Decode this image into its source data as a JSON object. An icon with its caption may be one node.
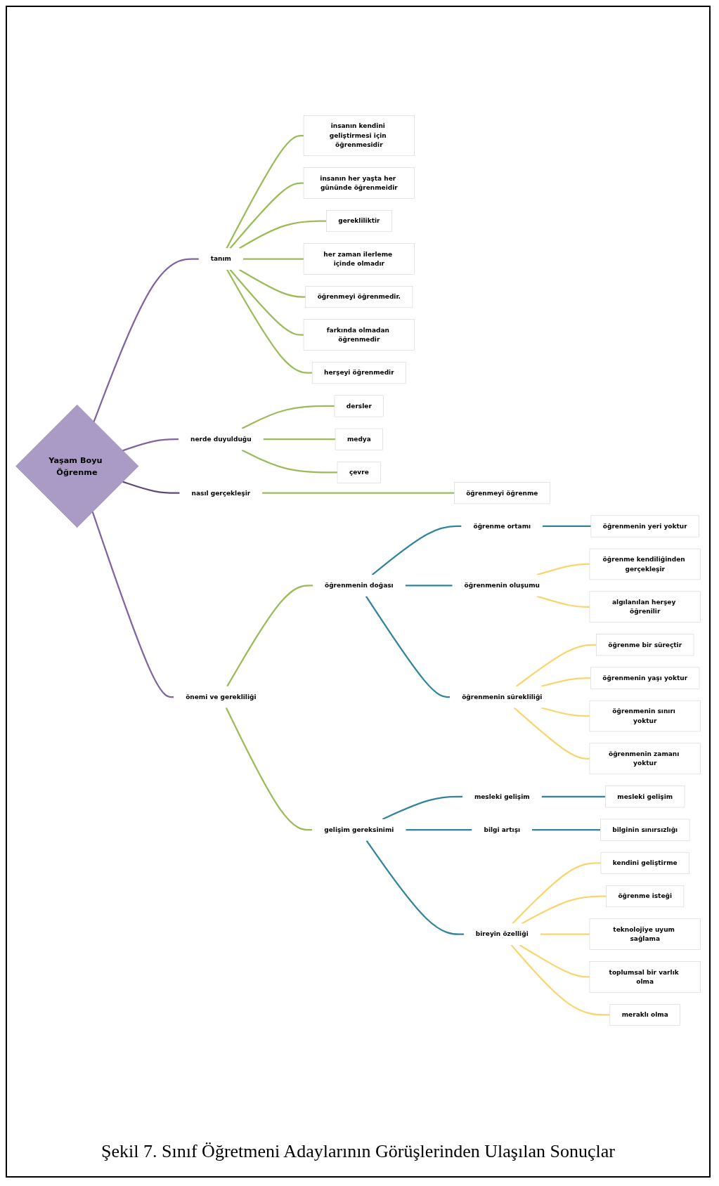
{
  "diagram": {
    "caption": "Şekil 7. Sınıf Öğretmeni Adaylarının Görüşlerinden Ulaşılan Sonuçlar",
    "nodes": [
      {
        "text": [
          "Yaşam Boyu Öğrenme"
        ]
      },
      {
        "text": [
          "tanım"
        ]
      },
      {
        "text": [
          "insanın kendini geliştirmesi için öğrenmesidir"
        ]
      },
      {
        "text": [
          "insanın her yaşta her gününde öğrenmeidir"
        ]
      },
      {
        "text": [
          "gerekliliktir"
        ]
      },
      {
        "text": [
          "her zaman ilerleme içinde olmadır"
        ]
      },
      {
        "text": [
          "öğrenmeyi öğrenmedir."
        ]
      },
      {
        "text": [
          "farkında olmadan öğrenmedir"
        ]
      },
      {
        "text": [
          "herşeyi öğrenmedir"
        ]
      },
      {
        "text": [
          "nerde duyulduğu"
        ]
      },
      {
        "text": [
          "dersler"
        ]
      },
      {
        "text": [
          "medya"
        ]
      },
      {
        "text": [
          "çevre"
        ]
      },
      {
        "text": [
          "nasıl gerçekleşir"
        ]
      },
      {
        "text": [
          "öğrenmeyi öğrenme"
        ]
      },
      {
        "text": [
          "önemi ve gerekliliği"
        ]
      },
      {
        "text": [
          "öğrenmenin doğası"
        ]
      },
      {
        "text": [
          "öğrenme ortamı"
        ]
      },
      {
        "text": [
          "öğrenmenin yeri yoktur"
        ]
      },
      {
        "text": [
          "öğrenmenin oluşumu"
        ]
      },
      {
        "text": [
          "öğrenme kendiliğinden gerçekleşir"
        ]
      },
      {
        "text": [
          "algılanılan herşey öğrenilir"
        ]
      },
      {
        "text": [
          "öğrenmenin sürekliliği"
        ]
      },
      {
        "text": [
          "öğrenme bir süreçtir"
        ]
      },
      {
        "text": [
          "öğrenmenin yaşı yoktur"
        ]
      },
      {
        "text": [
          "öğrenmenin sınırı yoktur"
        ]
      },
      {
        "text": [
          "öğrenmenin zamanı yoktur"
        ]
      },
      {
        "text": [
          "gelişim gereksinimi"
        ]
      },
      {
        "text": [
          "mesleki gelişim"
        ]
      },
      {
        "text": [
          "mesleki gelişim"
        ]
      },
      {
        "text": [
          "bilgi artışı"
        ]
      },
      {
        "text": [
          "bilginin sınırsızlığı"
        ]
      },
      {
        "text": [
          "bireyin özelliği"
        ]
      },
      {
        "text": [
          "kendini geliştirme"
        ]
      },
      {
        "text": [
          "öğrenme isteği"
        ]
      },
      {
        "text": [
          "teknolojiye uyum sağlama"
        ]
      },
      {
        "text": [
          "toplumsal bir varlık olma"
        ]
      },
      {
        "text": [
          "meraklı olma"
        ]
      }
    ],
    "edges": [
      {
        "from": 0,
        "to": 1,
        "arrow": "none",
        "color": "#8064a2"
      },
      {
        "from": 1,
        "to": 2,
        "arrow": "none"
      },
      {
        "from": 1,
        "to": 3,
        "arrow": "none"
      },
      {
        "from": 1,
        "to": 4,
        "arrow": "none"
      },
      {
        "from": 1,
        "to": 5,
        "arrow": "none"
      },
      {
        "from": 1,
        "to": 6,
        "arrow": "none"
      },
      {
        "from": 1,
        "to": 7,
        "arrow": "none"
      },
      {
        "from": 1,
        "to": 8,
        "arrow": "none"
      },
      {
        "from": 0,
        "to": 9,
        "arrow": "none",
        "color": "#8064a2"
      },
      {
        "from": 9,
        "to": 10,
        "arrow": "none"
      },
      {
        "from": 9,
        "to": 11,
        "arrow": "none"
      },
      {
        "from": 9,
        "to": 12,
        "arrow": "none"
      },
      {
        "from": 0,
        "to": 13,
        "arrow": "none",
        "color": "#5f497a"
      },
      {
        "from": 13,
        "to": 14,
        "arrow": "none"
      },
      {
        "from": 0,
        "to": 15,
        "arrow": "none",
        "color": "#8064a2"
      },
      {
        "from": 15,
        "to": 16,
        "arrow": "none"
      },
      {
        "from": 16,
        "to": 17,
        "arrow": "none",
        "color": "#31849b"
      },
      {
        "from": 17,
        "to": 18,
        "arrow": "none",
        "color": "#31849b"
      },
      {
        "from": 16,
        "to": 19,
        "arrow": "none",
        "color": "#31849b"
      },
      {
        "from": 19,
        "to": 20,
        "arrow": "none",
        "color": "#f9d56e"
      },
      {
        "from": 19,
        "to": 21,
        "arrow": "none",
        "color": "#f9d56e"
      },
      {
        "from": 16,
        "to": 22,
        "arrow": "none",
        "color": "#31849b"
      },
      {
        "from": 22,
        "to": 23,
        "arrow": "none",
        "color": "#f9d56e"
      },
      {
        "from": 22,
        "to": 24,
        "arrow": "none",
        "color": "#f9d56e"
      },
      {
        "from": 22,
        "to": 25,
        "arrow": "none",
        "color": "#f9d56e"
      },
      {
        "from": 22,
        "to": 26,
        "arrow": "none",
        "color": "#f9d56e"
      },
      {
        "from": 15,
        "to": 27,
        "arrow": "none"
      },
      {
        "from": 27,
        "to": 28,
        "arrow": "none",
        "color": "#31849b"
      },
      {
        "from": 28,
        "to": 29,
        "arrow": "none",
        "color": "#31849b"
      },
      {
        "from": 27,
        "to": 30,
        "arrow": "none",
        "color": "#31849b"
      },
      {
        "from": 30,
        "to": 31,
        "arrow": "none",
        "color": "#31849b"
      },
      {
        "from": 27,
        "to": 32,
        "arrow": "none",
        "color": "#31849b"
      },
      {
        "from": 32,
        "to": 33,
        "arrow": "none",
        "color": "#f9d56e"
      },
      {
        "from": 32,
        "to": 34,
        "arrow": "none",
        "color": "#f9d56e"
      },
      {
        "from": 32,
        "to": 35,
        "arrow": "none",
        "color": "#f9d56e"
      },
      {
        "from": 32,
        "to": 36,
        "arrow": "none",
        "color": "#f9d56e"
      },
      {
        "from": 32,
        "to": 37,
        "arrow": "none",
        "color": "#f9d56e"
      }
    ]
  }
}
